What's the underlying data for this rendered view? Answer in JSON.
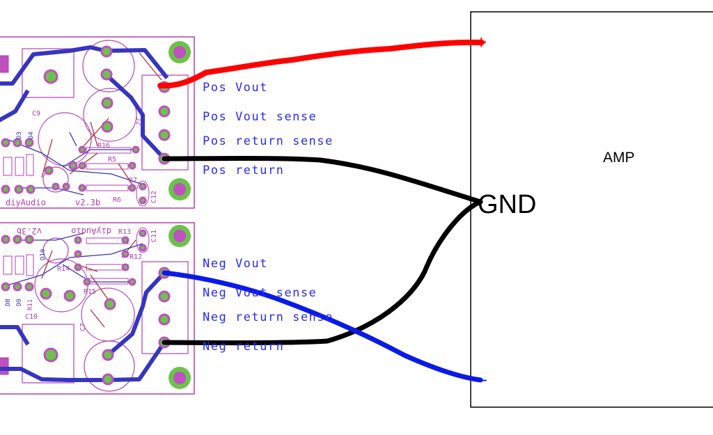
{
  "amp": {
    "title": "AMP",
    "gnd_label": "GND",
    "plus_sign": "+",
    "minus_sign": "-"
  },
  "labels": {
    "pos_vout": "Pos Vout",
    "pos_vout_sense": "Pos Vout sense",
    "pos_return_sense": "Pos return sense",
    "pos_return": "Pos return",
    "neg_vout": "Neg Vout",
    "neg_vout_sense": "Neg Vout sense",
    "neg_return_sense": "Neg return sense",
    "neg_return": "Neg return"
  },
  "pcb_top": {
    "brand": "diyAudio",
    "version": "v2.3b",
    "refs": {
      "c9": "C9",
      "r16": "R16",
      "r5": "R5",
      "r7": "R7",
      "r6": "R6",
      "c12": "C12",
      "j2": "J2",
      "d3": "D3",
      "d4": "D4"
    }
  },
  "pcb_bottom": {
    "brand": "diyAudio",
    "version": "v2.3b",
    "refs": {
      "r13": "R13",
      "r14": "R14",
      "r15": "R15",
      "r12": "R12",
      "c11": "C11",
      "c10": "C10",
      "c7": "C7",
      "d10": "D10",
      "d9": "D9",
      "d8": "D8",
      "r11": "R11"
    }
  },
  "colors": {
    "positive_wire": "#ff0000",
    "ground_wire": "#000000",
    "negative_wire": "#0a1ae6",
    "label_text": "#2a2af0",
    "board_outline": "#b040b0",
    "pad_green": "#6cc24a",
    "pad_magenta": "#c050c0",
    "trace_blue": "#3333bb",
    "trace_red": "#b03030"
  }
}
